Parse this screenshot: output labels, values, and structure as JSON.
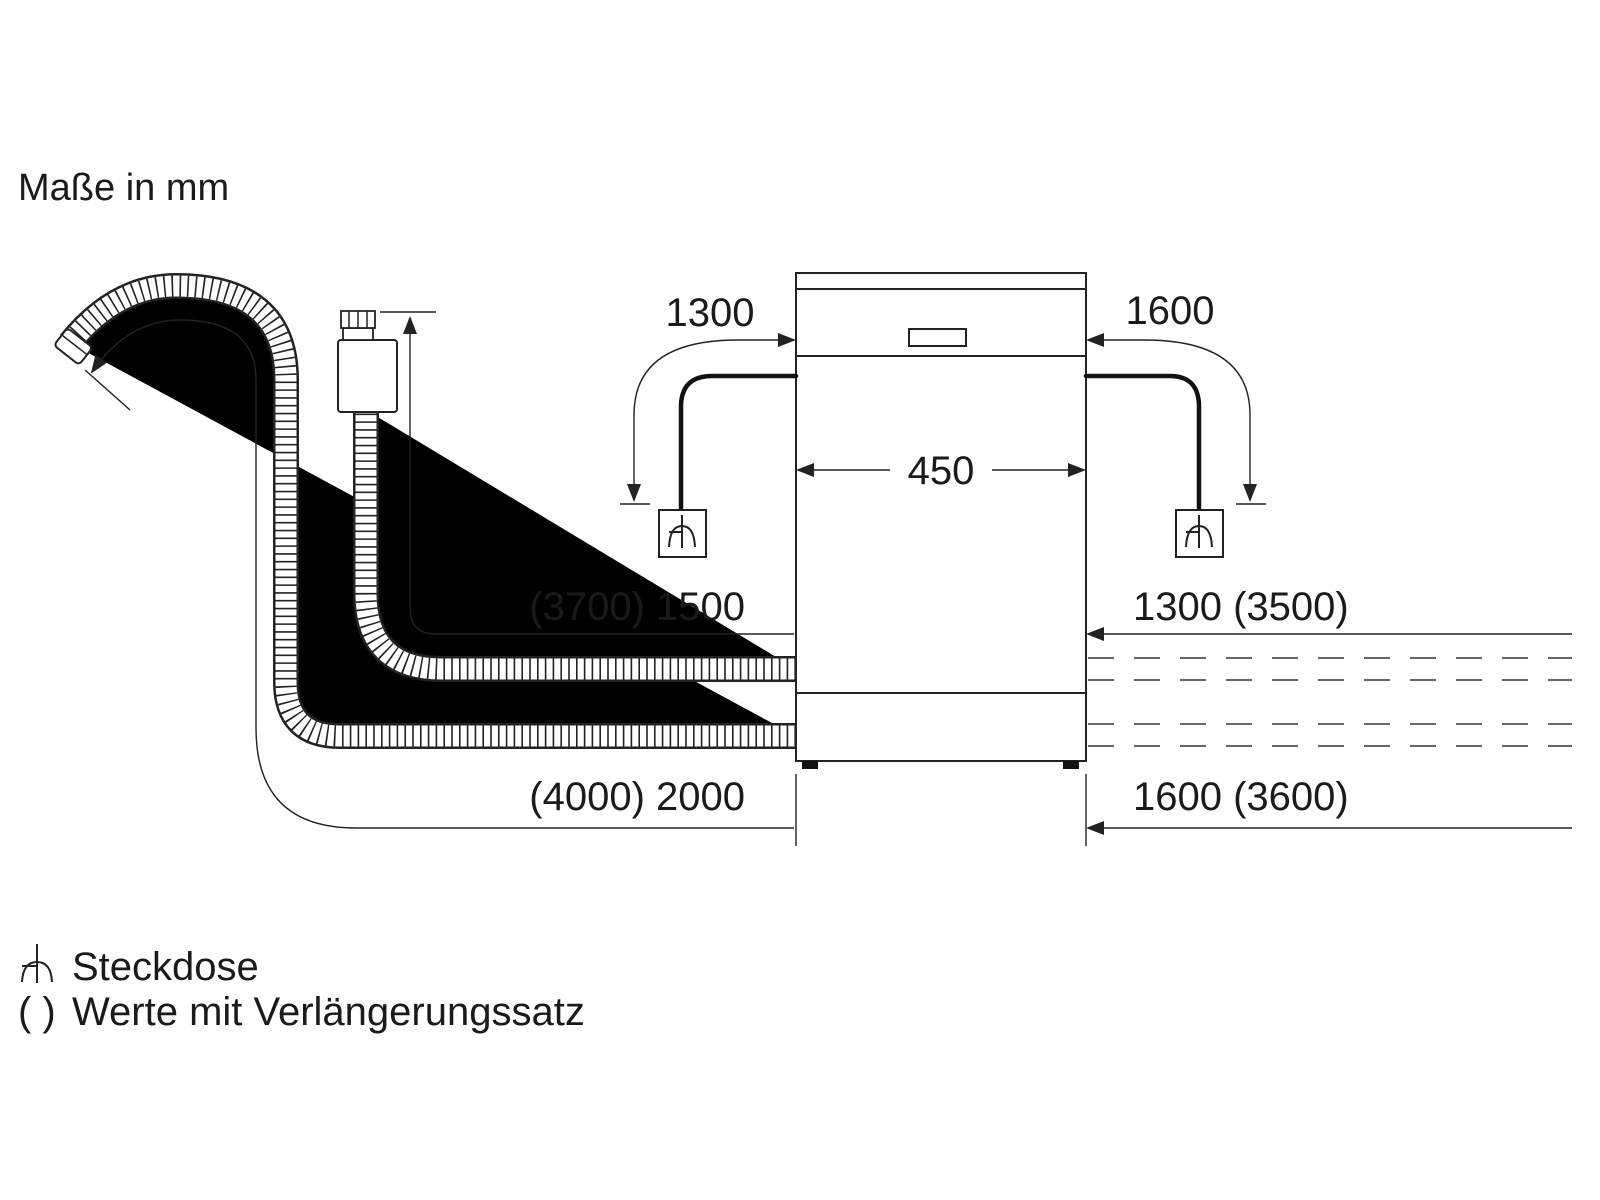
{
  "title": "Maße in mm",
  "dimensions": {
    "width": "450",
    "cable_left": "1300",
    "cable_right": "1600",
    "inlet_left": "(3700) 1500",
    "inlet_right": "1300 (3500)",
    "drain_left": "(4000) 2000",
    "drain_right": "1600 (3600)"
  },
  "legend": {
    "socket_label": "Steckdose",
    "paren_symbol": "( )",
    "paren_label": "Werte mit Verlängerungssatz"
  },
  "icons": {
    "socket": "socket-icon",
    "hose": "hose-icon",
    "valve": "water-valve-icon"
  }
}
